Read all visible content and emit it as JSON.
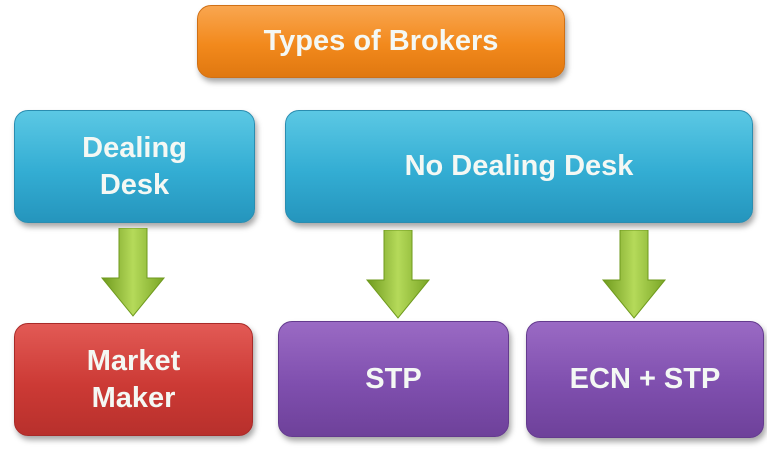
{
  "title": "Types of Brokers",
  "categories": [
    {
      "label_lines": [
        "Dealing",
        "Desk"
      ]
    },
    {
      "label": "No Dealing Desk"
    }
  ],
  "leaves": [
    {
      "label_lines": [
        "Market",
        "Maker"
      ]
    },
    {
      "label": "STP"
    },
    {
      "label": "ECN + STP"
    }
  ],
  "colors": {
    "title": "#f2891c",
    "category": "#33add3",
    "market_maker": "#cc3a35",
    "ndd_types": "#7f4fae",
    "arrow": "#8dbb2e"
  }
}
